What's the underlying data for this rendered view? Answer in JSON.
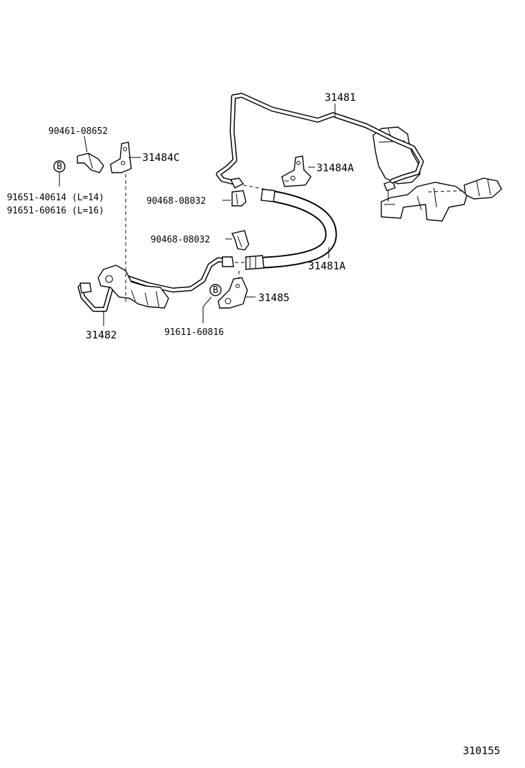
{
  "callouts": {
    "pipe_31481": "31481",
    "clamp_90461": "90461-08652",
    "bracket_31484c": "31484C",
    "bracket_31484a": "31484A",
    "clip_upper": "90468-08032",
    "clip_lower": "90468-08032",
    "bolt_b_left_code": "B",
    "bolt_91651_l14": "91651-40614 (L=14)",
    "bolt_91651_l16": "91651-60616 (L=16)",
    "hose_31481a": "31481A",
    "bracket_31485": "31485",
    "bolt_b_right_code": "B",
    "bolt_91611": "91611-60816",
    "pipe_31482": "31482"
  },
  "footer": {
    "figure_number": "310155"
  }
}
